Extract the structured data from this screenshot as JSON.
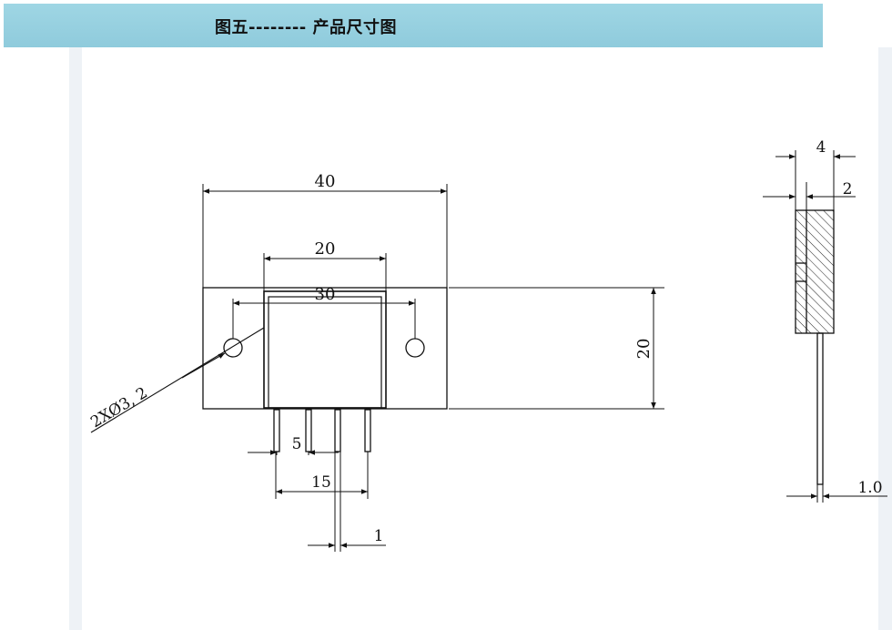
{
  "header": {
    "title": "图五-------- 产品尺寸图"
  },
  "dims": {
    "total_width": "40",
    "body_width": "20",
    "hole_spacing": "30",
    "height": "20",
    "hole_callout": "2XØ3, 2",
    "pin_pitch": "5",
    "pin_span": "15",
    "pin_width": "1",
    "total_thickness": "4",
    "body_thickness": "2",
    "lead_thickness": "1.0"
  }
}
